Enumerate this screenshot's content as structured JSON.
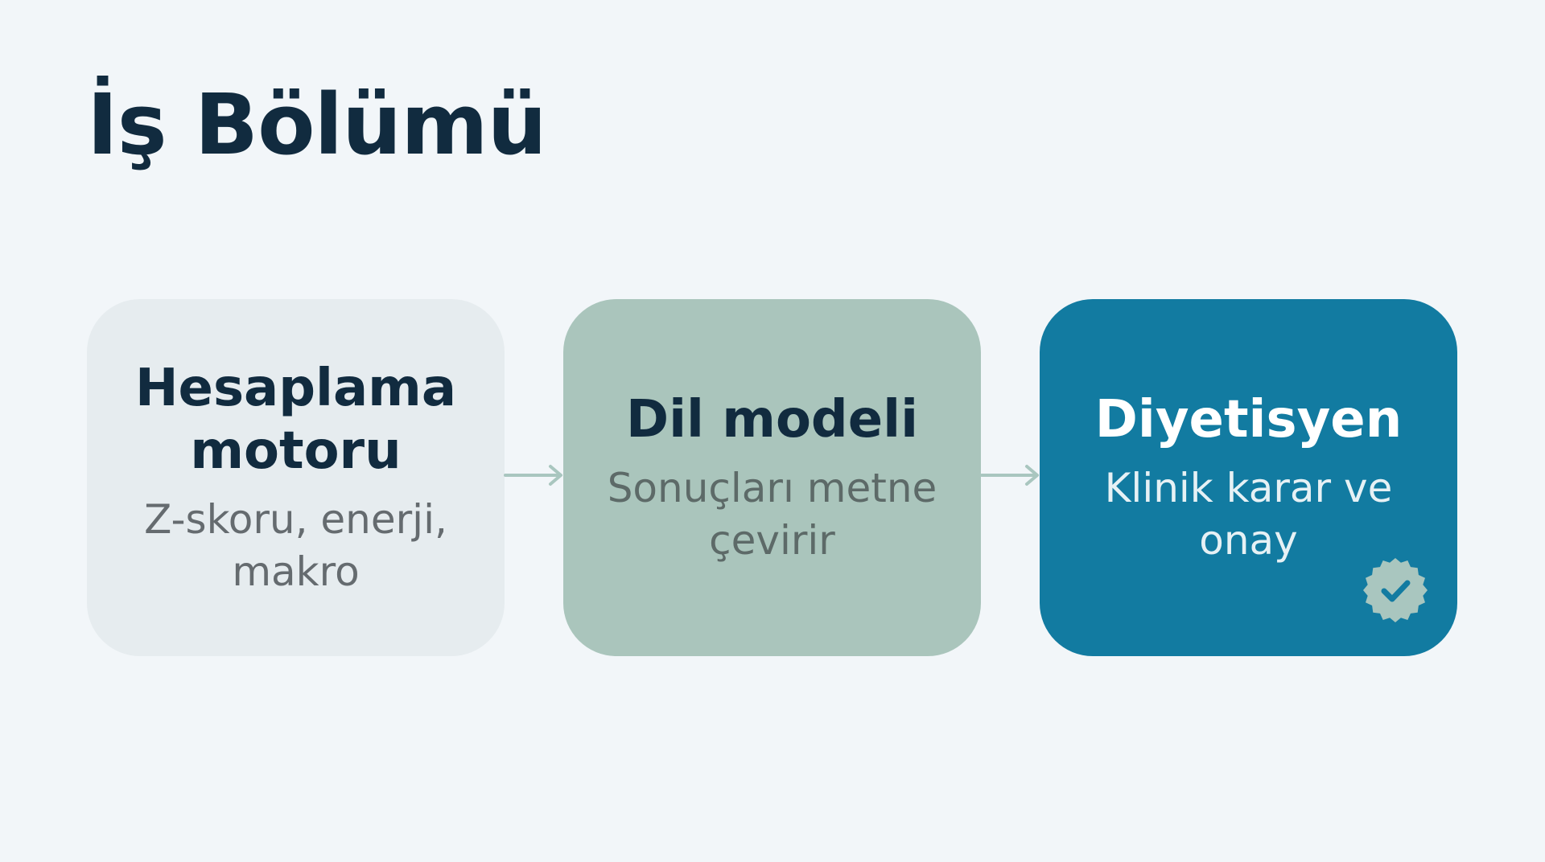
{
  "title": "İş Bölümü",
  "steps": [
    {
      "title": "Hesaplama motoru",
      "subtitle": "Z-skoru, enerji, makro"
    },
    {
      "title": "Dil modeli",
      "subtitle": "Sonuçları metne çevirir"
    },
    {
      "title": "Diyetisyen",
      "subtitle": "Klinik karar ve onay"
    }
  ],
  "colors": {
    "background": "#f2f6f9",
    "title_text": "#112b3f",
    "step_1_fill": "#e6ecef",
    "step_2_fill": "#aac5bc",
    "step_3_fill": "#127ba1",
    "arrow": "#a9c6bf",
    "badge": "#a9c6bf"
  },
  "icons": {
    "connector": "arrow-right-icon",
    "approval": "verified-check-badge-icon"
  }
}
